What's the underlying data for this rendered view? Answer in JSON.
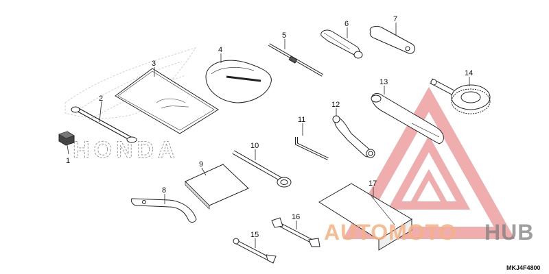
{
  "brand_mark": {
    "text": "HONDA"
  },
  "callouts": [
    {
      "id": "callout-1",
      "number": "1"
    },
    {
      "id": "callout-2",
      "number": "2"
    },
    {
      "id": "callout-3",
      "number": "3"
    },
    {
      "id": "callout-4",
      "number": "4"
    },
    {
      "id": "callout-5",
      "number": "5"
    },
    {
      "id": "callout-6",
      "number": "6"
    },
    {
      "id": "callout-7",
      "number": "7"
    },
    {
      "id": "callout-8",
      "number": "8"
    },
    {
      "id": "callout-9",
      "number": "9"
    },
    {
      "id": "callout-10",
      "number": "10"
    },
    {
      "id": "callout-11",
      "number": "11"
    },
    {
      "id": "callout-12",
      "number": "12"
    },
    {
      "id": "callout-13",
      "number": "13"
    },
    {
      "id": "callout-14",
      "number": "14"
    },
    {
      "id": "callout-15",
      "number": "15"
    },
    {
      "id": "callout-16",
      "number": "16"
    },
    {
      "id": "callout-17",
      "number": "17"
    }
  ],
  "watermark": {
    "part1": "AUTOMOTO",
    "part2": "HUB",
    "color_primary": "#f4b183",
    "color_secondary": "#7f7f7f",
    "logo_color": "#e8a0a0"
  },
  "diagram_ref": "MKJ4F4800"
}
